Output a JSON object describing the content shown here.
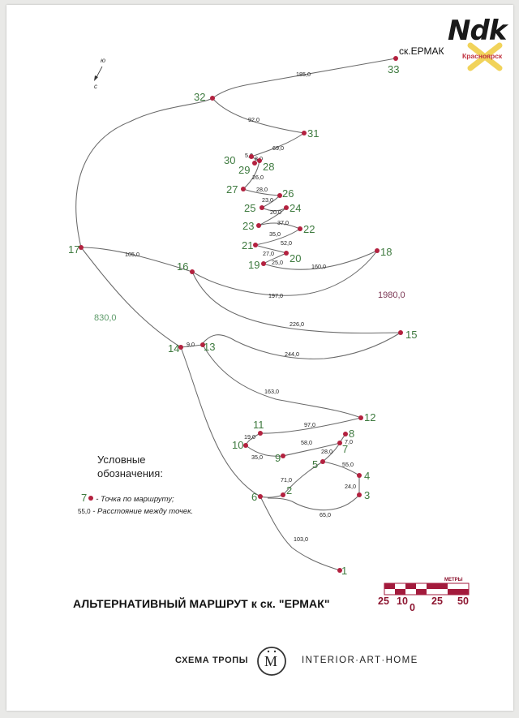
{
  "map": {
    "title": "АЛЬТЕРНАТИВНЫЙ МАРШРУТ к ск. \"ЕРМАК\"",
    "destination_label": "ск.ЕРМАК",
    "compass": {
      "north": "ю",
      "south": "с"
    },
    "totals": {
      "left": "830,0",
      "right": "1980,0"
    },
    "colors": {
      "route": "#6a6a6a",
      "point": "#b3213f",
      "point_number": "#3e7a3f",
      "scale_red": "#a31a3c"
    },
    "points": [
      "1",
      "2",
      "3",
      "4",
      "5",
      "6",
      "7",
      "8",
      "9",
      "10",
      "11",
      "12",
      "13",
      "14",
      "15",
      "16",
      "17",
      "18",
      "19",
      "20",
      "21",
      "22",
      "23",
      "24",
      "25",
      "26",
      "27",
      "28",
      "29",
      "30",
      "31",
      "32",
      "33"
    ],
    "distances": [
      "185,0",
      "92,0",
      "69,0",
      "5,0",
      "8,0",
      "26,0",
      "28,0",
      "23,0",
      "20,0",
      "37,0",
      "35,0",
      "52,0",
      "27,0",
      "25,0",
      "160,0",
      "105,0",
      "197,0",
      "226,0",
      "244,0",
      "9,0",
      "163,0",
      "97,0",
      "19,0",
      "58,0",
      "7,0",
      "35,0",
      "28,0",
      "55,0",
      "71,0",
      "24,0",
      "65,0",
      "103,0"
    ]
  },
  "legend": {
    "title_line1": "Условные",
    "title_line2": "обозначения:",
    "point_sample": "7",
    "point_text": "- Точка по маршруту;",
    "distance_sample": "55,0",
    "distance_text": "- Расстояние между точек."
  },
  "scale": {
    "unit": "МЕТРЫ",
    "labels": [
      "25",
      "10",
      "0",
      "25",
      "50"
    ]
  },
  "footer": {
    "left": "СХЕМА ТРОПЫ",
    "logo_letter": "M",
    "right": "INTERIOR·ART·HOME"
  },
  "watermark": {
    "brand": "Ndk",
    "city": "Красноярск",
    "icon": "cross-icon"
  }
}
